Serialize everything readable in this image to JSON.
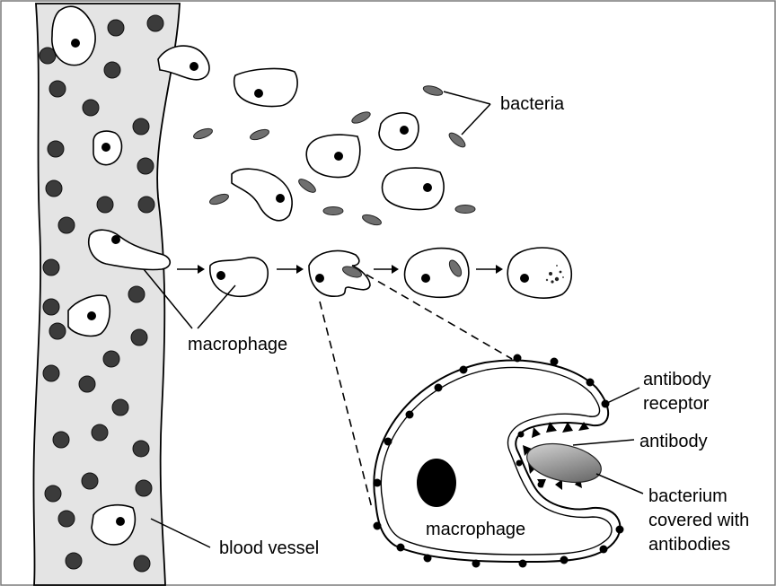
{
  "labels": {
    "bacteria": "bacteria",
    "macrophage": "macrophage",
    "antibody_receptor_line1": "antibody",
    "antibody_receptor_line2": "receptor",
    "antibody": "antibody",
    "bacterium_line1": "bacterium",
    "bacterium_line2": "covered with",
    "bacterium_line3": "antibodies",
    "macrophage_inner": "macrophage",
    "blood_vessel": "blood vessel"
  },
  "colors": {
    "vessel_fill": "#e4e4e4",
    "blood_cell": "#3b3b3b",
    "bacterium": "#6f6f6f",
    "border": "#7a7a7a"
  }
}
